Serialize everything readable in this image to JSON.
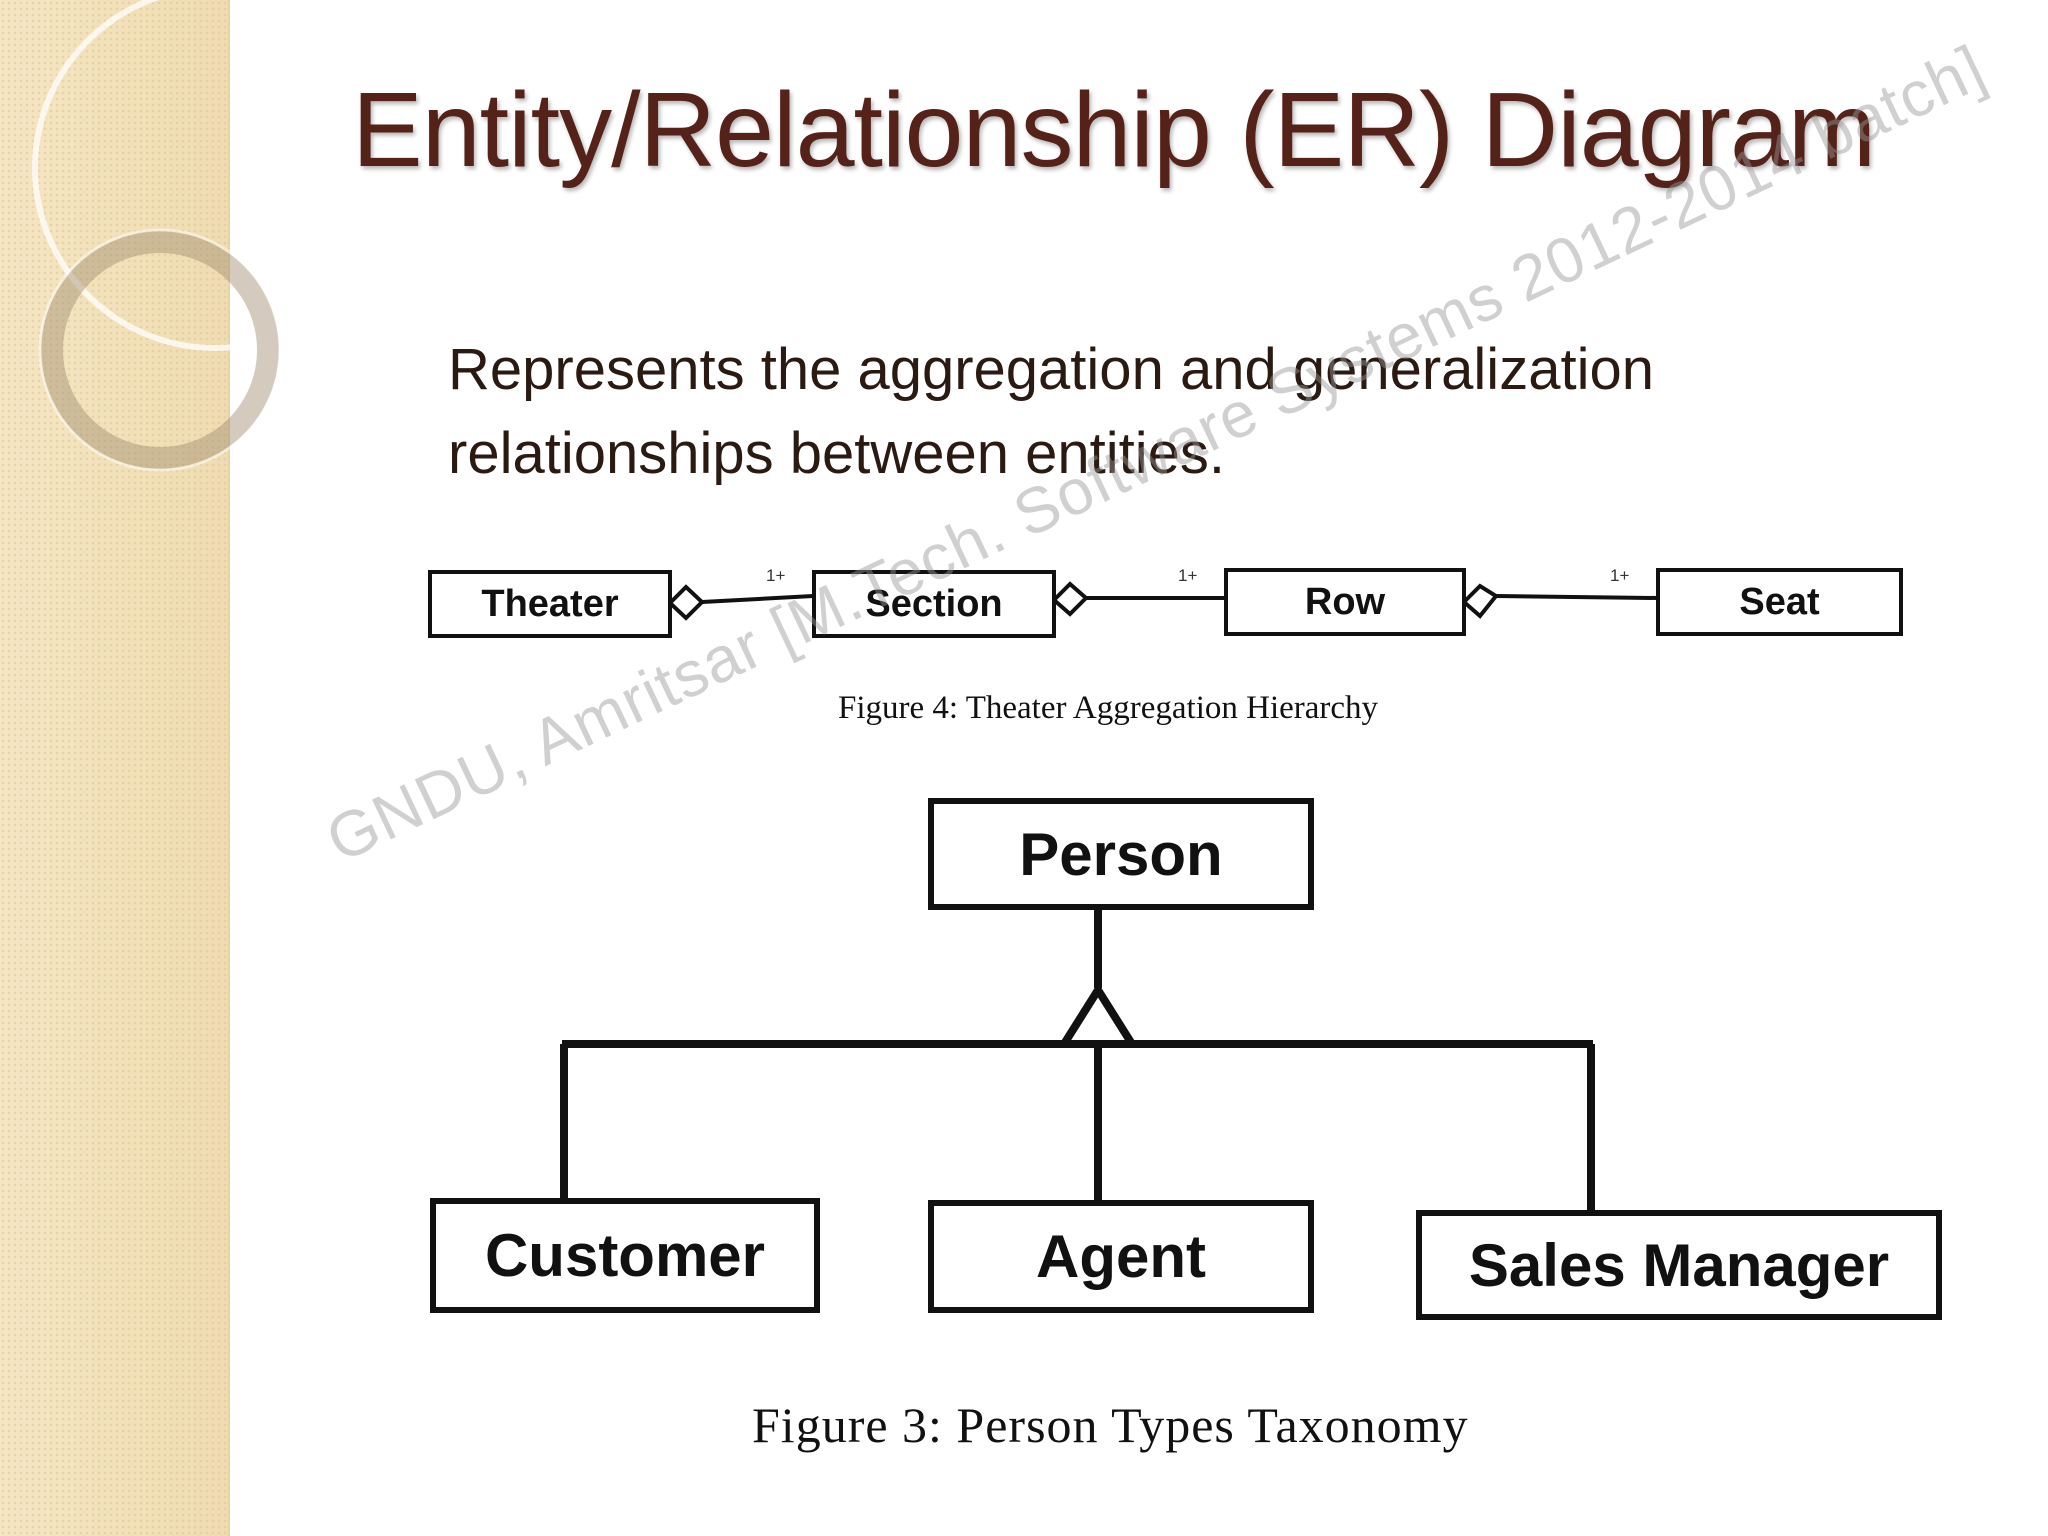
{
  "slide": {
    "title": "Entity/Relationship (ER) Diagram",
    "description": [
      "Represents the aggregation and generalization",
      "relationships between entities."
    ]
  },
  "figure4": {
    "entities": [
      "Theater",
      "Section",
      "Row",
      "Seat"
    ],
    "multiplicities": [
      "1+",
      "1+",
      "1+"
    ],
    "caption": "Figure 4: Theater Aggregation Hierarchy"
  },
  "figure3": {
    "parent": "Person",
    "children": [
      "Customer",
      "Agent",
      "Sales Manager"
    ],
    "caption": "Figure 3: Person Types Taxonomy"
  },
  "watermark": "GNDU, Amritsar [M.Tech. Software Systems 2012-2014 batch]",
  "colors": {
    "title": "#55221a",
    "sidebar": "#f3e2bd",
    "text": "#2a1a12"
  }
}
